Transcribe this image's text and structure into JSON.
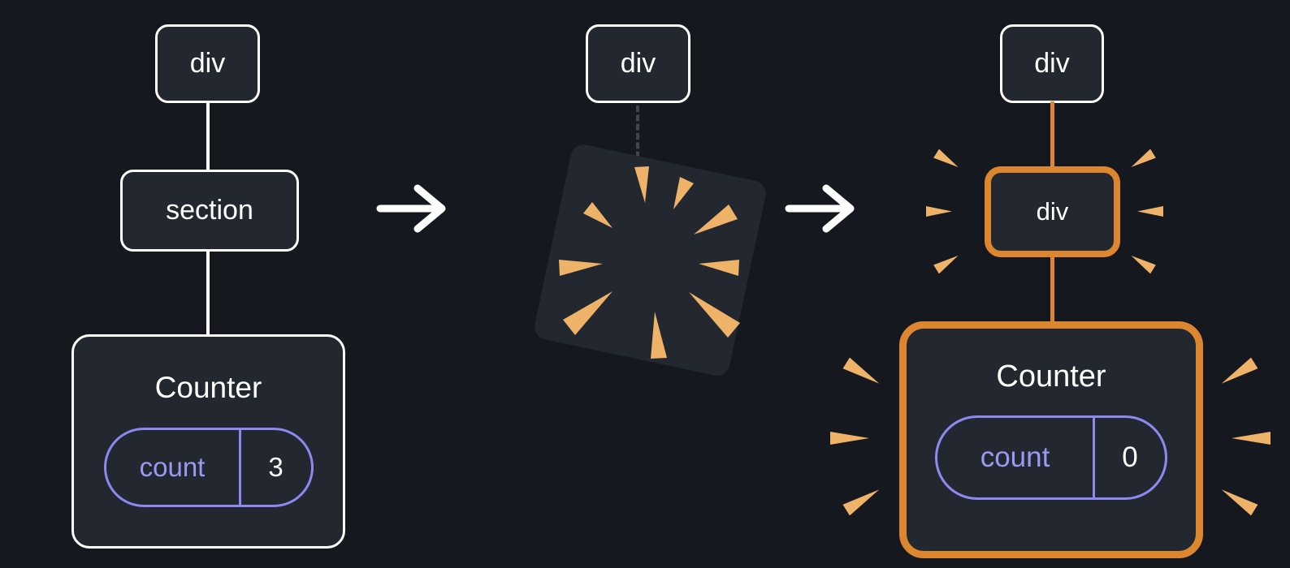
{
  "colors": {
    "background": "#15181e",
    "node_fill": "#23272f",
    "node_border": "#ffffff",
    "edge_white": "#ffffff",
    "highlight_orange": "#dd8630",
    "spark_orange": "#eeb269",
    "state_purple": "#8c89f0",
    "text": "#ffffff"
  },
  "icons": {
    "arrow_right": "→",
    "poof_burst": "✶",
    "spark": "▸"
  },
  "before_tree": {
    "root_node": "div",
    "child_node": "section",
    "component": {
      "name": "Counter",
      "state_key": "count",
      "state_value": "3"
    }
  },
  "transition": {
    "detached_root": "div"
  },
  "after_tree": {
    "root_node": "div",
    "child_node": "div",
    "component": {
      "name": "Counter",
      "state_key": "count",
      "state_value": "0"
    }
  }
}
